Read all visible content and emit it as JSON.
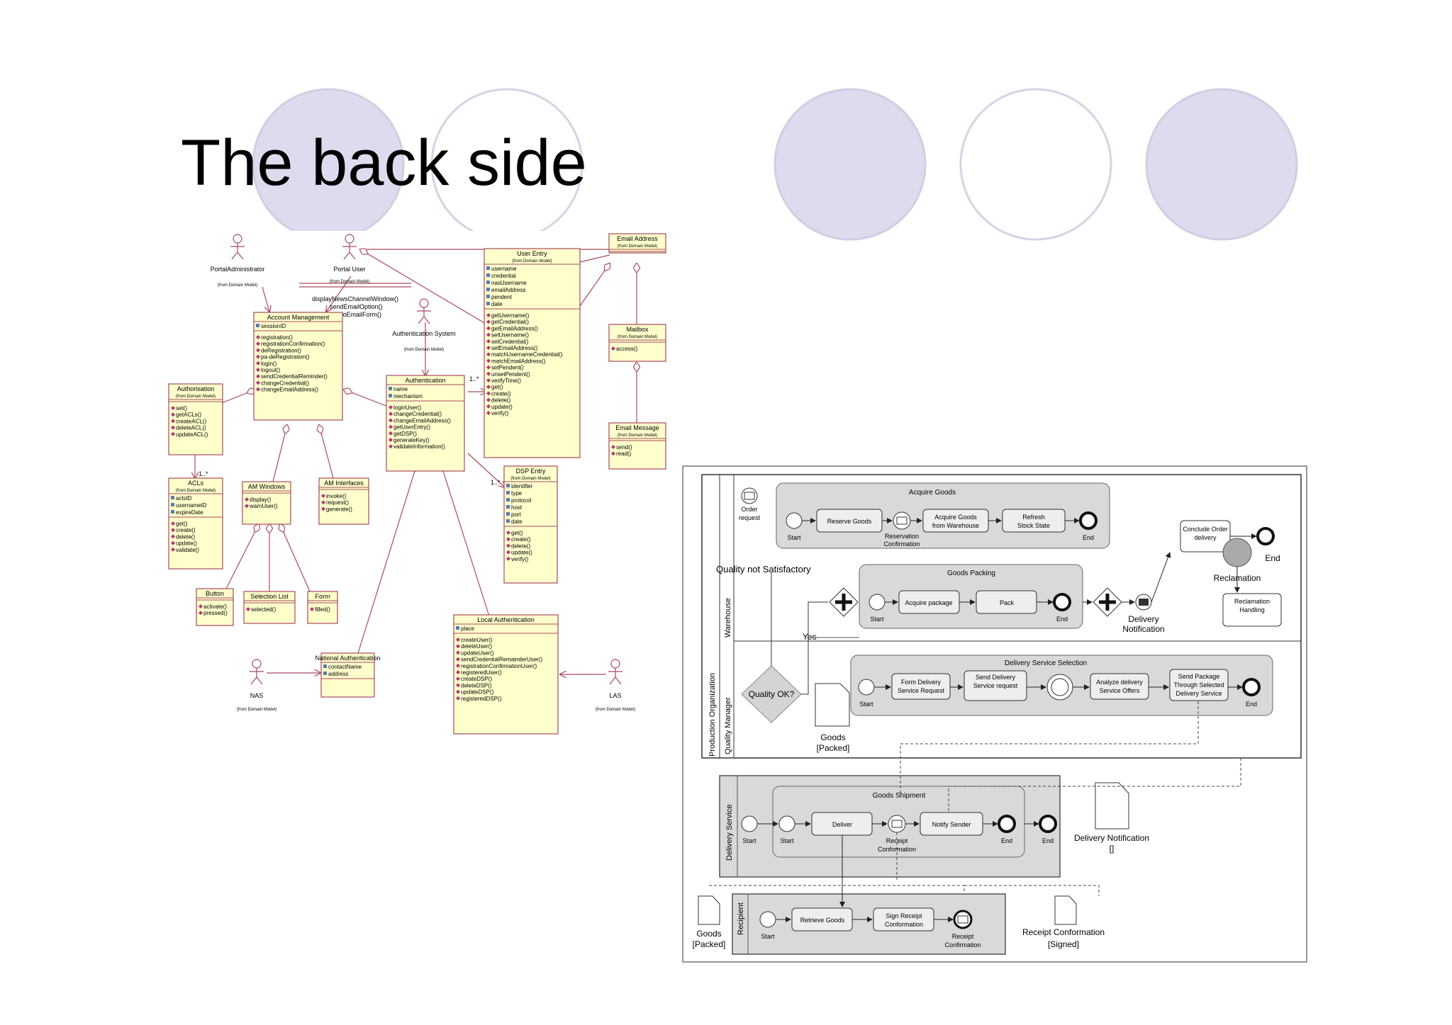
{
  "slide": {
    "title": "The back side",
    "colors": {
      "circle_fill": "#dcdcee",
      "circle_stroke": "#d4d4e6",
      "uml_box": "#ffffcc",
      "uml_line": "#a84a5e",
      "bpmn_box": "#d8d8d8"
    }
  },
  "uml": {
    "actors": [
      {
        "name": "PortalAdministrator",
        "from": "(from Domain Model)"
      },
      {
        "name": "Portal User",
        "from": "(from Domain Model)"
      },
      {
        "name": "Authentication System",
        "from": "(from Domain Model)"
      },
      {
        "name": "NAS",
        "from": "(from Domain Model)"
      },
      {
        "name": "LAS",
        "from": "(from Domain Model)"
      }
    ],
    "portal_user_ops": [
      "displayNewsChannelWindow()",
      "sendEmailOption()",
      "errorNoEmailForm()"
    ],
    "classes": [
      {
        "name": "Account Management",
        "attrs": [
          "sessionID"
        ],
        "ops": [
          "registration()",
          "registrationConfirmation()",
          "deRegistration()",
          "pa-deRegistration()",
          "login()",
          "logout()",
          "sendCredentialReminder()",
          "changeCredential()",
          "changeEmailAddress()"
        ]
      },
      {
        "name": "User Entry",
        "from": "(from Domain Model)",
        "attrs": [
          "username",
          "credential",
          "nasUsername",
          "emailAddress",
          "pendent",
          "date"
        ],
        "ops": [
          "getUsername()",
          "getCredential()",
          "getEmailAddress()",
          "setUsername()",
          "setCredential()",
          "setEmailAddress()",
          "matchUsernameCredential()",
          "matchEmailAddress()",
          "setPendent()",
          "unsetPendent()",
          "verifyTime()",
          "get()",
          "create()",
          "delete()",
          "update()",
          "verify()"
        ]
      },
      {
        "name": "Email Address",
        "from": "(from Domain Model)",
        "attrs": [],
        "ops": []
      },
      {
        "name": "Mailbox",
        "from": "(from Domain Model)",
        "attrs": [],
        "ops": [
          "access()"
        ]
      },
      {
        "name": "Email Message",
        "from": "(from Domain Model)",
        "attrs": [],
        "ops": [
          "send()",
          "read()"
        ]
      },
      {
        "name": "Authorisation",
        "from": "(from Domain Model)",
        "attrs": [],
        "ops": [
          "set()",
          "getACLs()",
          "createACL()",
          "deleteACL()",
          "updateACL()"
        ]
      },
      {
        "name": "Authentication",
        "attrs": [
          "name",
          "mechanism"
        ],
        "ops": [
          "loginUser()",
          "changeCredential()",
          "changeEmailAddress()",
          "getUserEntry()",
          "getDSP()",
          "generateKey()",
          "validateInformation()"
        ]
      },
      {
        "name": "ACLs",
        "from": "(from Domain Model)",
        "attrs": [
          "aclsID",
          "usernameID",
          "expireDate"
        ],
        "ops": [
          "get()",
          "create()",
          "delete()",
          "update()",
          "validate()"
        ]
      },
      {
        "name": "AM Windows",
        "attrs": [],
        "ops": [
          "display()",
          "warnUser()"
        ]
      },
      {
        "name": "AM Interfaces",
        "attrs": [],
        "ops": [
          "invoke()",
          "request()",
          "generate()"
        ]
      },
      {
        "name": "DSP Entry",
        "from": "(from Domain Model)",
        "attrs": [
          "identifier",
          "type",
          "protocol",
          "host",
          "port",
          "date"
        ],
        "ops": [
          "get()",
          "create()",
          "delete()",
          "update()",
          "verify()"
        ]
      },
      {
        "name": "Button",
        "attrs": [],
        "ops": [
          "activate()",
          "pressed()"
        ]
      },
      {
        "name": "Selection List",
        "attrs": [],
        "ops": [
          "selected()"
        ]
      },
      {
        "name": "Form",
        "attrs": [],
        "ops": [
          "filled()"
        ]
      },
      {
        "name": "National Authentication",
        "attrs": [
          "contactName",
          "address"
        ],
        "ops": []
      },
      {
        "name": "Local Authentication",
        "attrs": [
          "place"
        ],
        "ops": [
          "createUser()",
          "deleteUser()",
          "updateUser()",
          "sendCredentialRemainderUser()",
          "registrationConfirmationUser()",
          "registeredUser()",
          "createDSP()",
          "deleteDSP()",
          "updateDSP()",
          "registeredDSP()"
        ]
      }
    ],
    "multiplicity": "1..*"
  },
  "bpmn": {
    "pools": {
      "production": "Production Organization",
      "delivery": "Delivery Service",
      "recipient": "Recipient"
    },
    "lanes": {
      "warehouse": "Warehouse",
      "quality": "Quality Manager"
    },
    "acquire": {
      "title": "Acquire Goods",
      "start": "Start",
      "end": "End",
      "t1": "Reserve Goods",
      "t2a": "Acquire Goods",
      "t2b": "from Warehouse",
      "t3a": "Refresh",
      "t3b": "Stock State",
      "msg_a": "Reservation",
      "msg_b": "Confirmation"
    },
    "order": {
      "a": "Order",
      "b": "request"
    },
    "quality_not": "Quality not Satisfactory",
    "packing": {
      "title": "Goods Packing",
      "start": "Start",
      "end": "End",
      "t1": "Acquire package",
      "t2": "Pack"
    },
    "delivery_notif": {
      "a": "Delivery",
      "b": "Notification"
    },
    "yes": "Yes",
    "quality_ok": "Quality OK?",
    "goods_packed": {
      "a": "Goods",
      "b": "[Packed]"
    },
    "selection": {
      "title": "Delivery Service Selection",
      "start": "Start",
      "end": "End",
      "t1a": "Form Delivery",
      "t1b": "Service Request",
      "t2a": "Send Delivery",
      "t2b": "Service request",
      "t3a": "Analyze delivery",
      "t3b": "Service Offers",
      "t4a": "Send Package",
      "t4b": "Through Selected",
      "t4c": "Delivery Service"
    },
    "conclude": {
      "a": "Conclude Order",
      "b": "delivery"
    },
    "end_label": "End",
    "reclamation": "Reclamation",
    "reclamation_handling": {
      "a": "Reclamation",
      "b": "Handling"
    },
    "shipment": {
      "title": "Goods Shipment",
      "start": "Start",
      "end": "End",
      "t1": "Deliver",
      "t2": "Notify Sender",
      "msg_a": "Receipt",
      "msg_b": "Conformation"
    },
    "delivery_notification": {
      "a": "Delivery Notification",
      "b": "[]"
    },
    "recipient": {
      "start": "Start",
      "t1": "Retrieve Goods",
      "t2a": "Sign Receipt",
      "t2b": "Conformation",
      "msg_a": "Receipt",
      "msg_b": "Confirmation"
    },
    "receipt_conf": {
      "a": "Receipt Conformation",
      "b": "[Signed]"
    },
    "goods_packed2": {
      "a": "Goods",
      "b": "[Packed]"
    }
  }
}
